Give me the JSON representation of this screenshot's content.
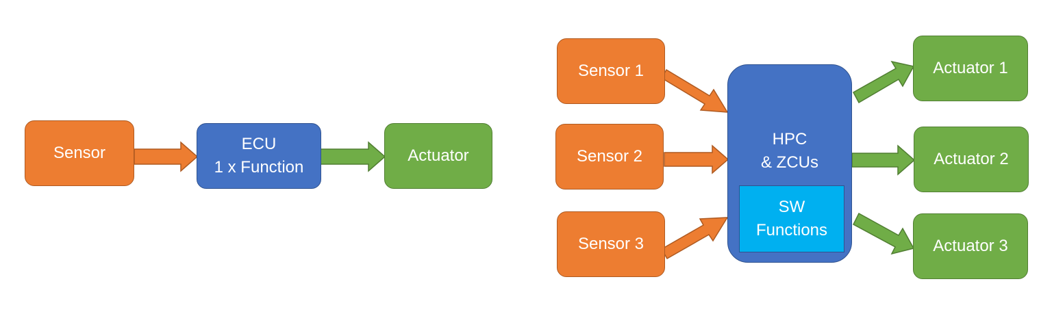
{
  "left_diagram": {
    "sensor": "Sensor",
    "ecu": [
      "ECU",
      "1 x Function"
    ],
    "actuator": "Actuator"
  },
  "right_diagram": {
    "sensors": [
      "Sensor 1",
      "Sensor 2",
      "Sensor 3"
    ],
    "hpc": [
      "HPC",
      "& ZCUs"
    ],
    "sw_functions": [
      "SW",
      "Functions"
    ],
    "actuators": [
      "Actuator 1",
      "Actuator 2",
      "Actuator 3"
    ]
  },
  "colors": {
    "sensor": "#ed7d31",
    "ecu": "#4472c4",
    "actuator": "#70ad47",
    "sw_functions": "#00b0f0"
  }
}
